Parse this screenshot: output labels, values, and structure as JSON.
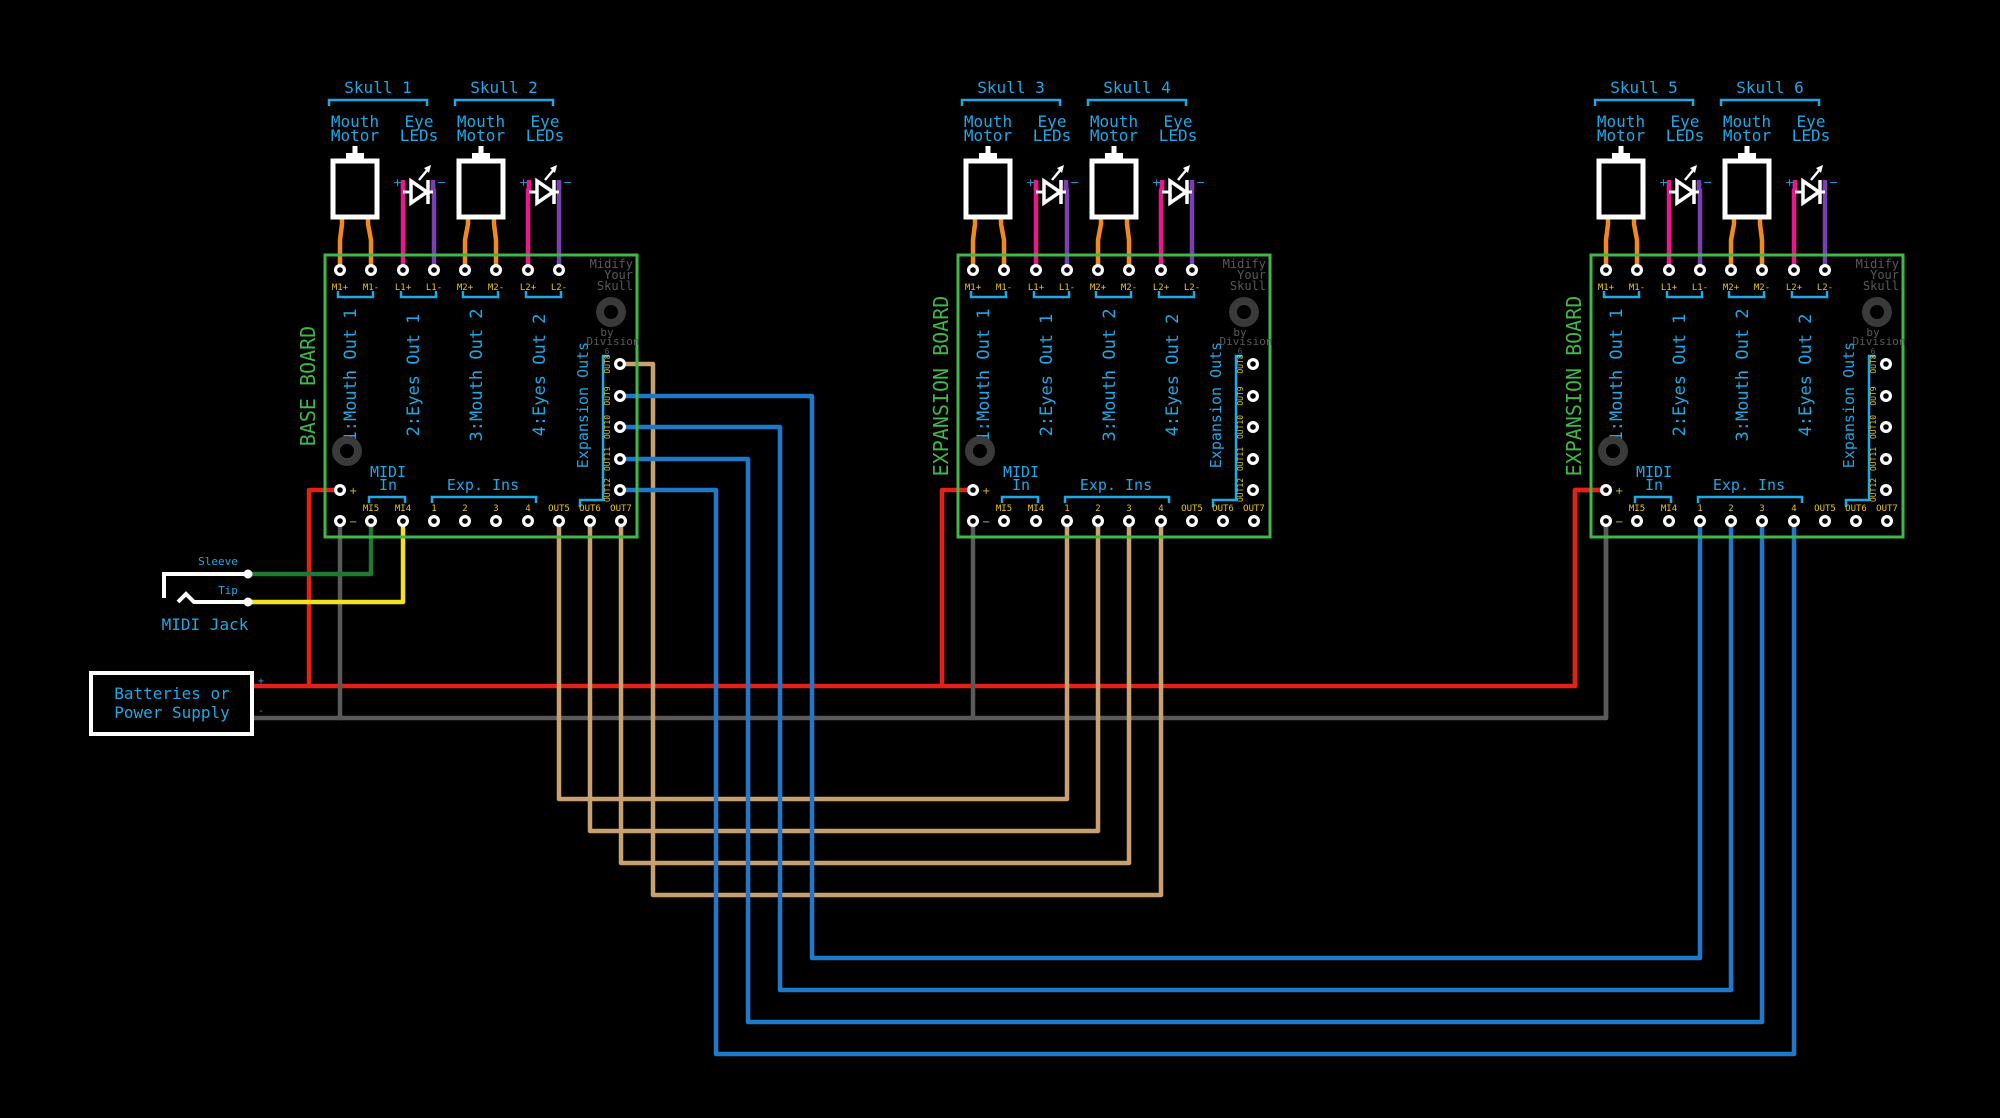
{
  "colors": {
    "background": "#000000",
    "board_outline": "#3fb847",
    "label_cyan": "#1fa8e6",
    "pin_label_yellow": "#e8c21a",
    "wire_red": "#e32119",
    "wire_grey": "#5a5a5a",
    "wire_tan": "#c9a070",
    "wire_blue": "#1f78c8",
    "wire_orange": "#f08a1c",
    "wire_magenta": "#e8188c",
    "wire_purple": "#7a3fb0",
    "wire_dark_green": "#1e7a32",
    "wire_yellow": "#f3e31a"
  },
  "boards": [
    {
      "title": "BASE BOARD",
      "skulls": [
        "Skull 1",
        "Skull 2"
      ],
      "top_pins": [
        "M1+",
        "M1-",
        "L1+",
        "L1-",
        "M2+",
        "M2-",
        "L2+",
        "L2-"
      ],
      "outputs": [
        "1:Mouth Out 1",
        "2:Eyes Out 1",
        "3:Mouth Out 2",
        "4:Eyes Out 2"
      ],
      "brand": [
        "Midify",
        "Your",
        "Skull",
        "by",
        "Division",
        "6"
      ],
      "midi_label": [
        "MIDI",
        "In"
      ],
      "exp_ins_label": "Exp. Ins",
      "bottom_pins": [
        "",
        "MI5",
        "MI4",
        "1",
        "2",
        "3",
        "4",
        "OUT5",
        "OUT6",
        "OUT7"
      ],
      "expansion_outs_label": "Expansion Outs",
      "side_pins": [
        "OUT8",
        "OUT9",
        "OUT10",
        "OUT11",
        "OUT12"
      ]
    },
    {
      "title": "EXPANSION BOARD",
      "skulls": [
        "Skull 3",
        "Skull 4"
      ],
      "top_pins": [
        "M1+",
        "M1-",
        "L1+",
        "L1-",
        "M2+",
        "M2-",
        "L2+",
        "L2-"
      ],
      "outputs": [
        "1:Mouth Out 1",
        "2:Eyes Out 1",
        "3:Mouth Out 2",
        "4:Eyes Out 2"
      ],
      "brand": [
        "Midify",
        "Your",
        "Skull",
        "by",
        "Division",
        "6"
      ],
      "midi_label": [
        "MIDI",
        "In"
      ],
      "exp_ins_label": "Exp. Ins",
      "bottom_pins": [
        "",
        "MI5",
        "MI4",
        "1",
        "2",
        "3",
        "4",
        "OUT5",
        "OUT6",
        "OUT7"
      ],
      "expansion_outs_label": "Expansion Outs",
      "side_pins": [
        "OUT8",
        "OUT9",
        "OUT10",
        "OUT11",
        "OUT12"
      ]
    },
    {
      "title": "EXPANSION BOARD",
      "skulls": [
        "Skull 5",
        "Skull 6"
      ],
      "top_pins": [
        "M1+",
        "M1-",
        "L1+",
        "L1-",
        "M2+",
        "M2-",
        "L2+",
        "L2-"
      ],
      "outputs": [
        "1:Mouth Out 1",
        "2:Eyes Out 1",
        "3:Mouth Out 2",
        "4:Eyes Out 2"
      ],
      "brand": [
        "Midify",
        "Your",
        "Skull",
        "by",
        "Division",
        "6"
      ],
      "midi_label": [
        "MIDI",
        "In"
      ],
      "exp_ins_label": "Exp. Ins",
      "bottom_pins": [
        "",
        "MI5",
        "MI4",
        "1",
        "2",
        "3",
        "4",
        "OUT5",
        "OUT6",
        "OUT7"
      ],
      "expansion_outs_label": "Expansion Outs",
      "side_pins": [
        "OUT8",
        "OUT9",
        "OUT10",
        "OUT11",
        "OUT12"
      ]
    }
  ],
  "component_labels": {
    "mouth_motor": [
      "Mouth",
      "Motor"
    ],
    "eye_leds": [
      "Eye",
      "LEDs"
    ]
  },
  "midi_jack": {
    "label": "MIDI Jack",
    "sleeve": "Sleeve",
    "tip": "Tip"
  },
  "power": {
    "lines": [
      "Batteries or",
      "Power Supply"
    ],
    "plus": "+",
    "minus": "-"
  }
}
